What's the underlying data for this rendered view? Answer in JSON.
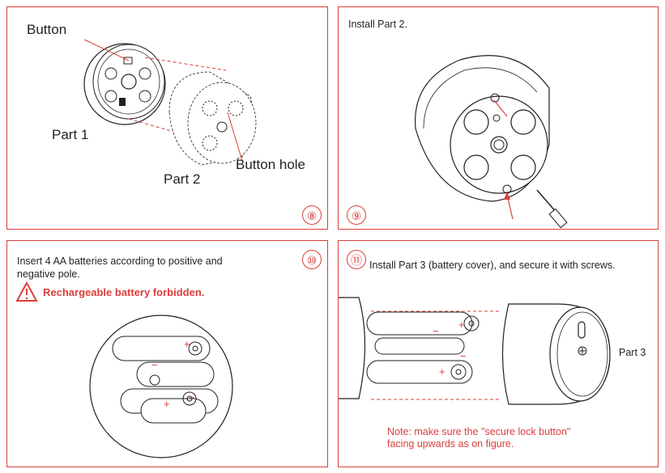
{
  "panel8": {
    "step": "⑧",
    "labels": {
      "button": "Button",
      "part1": "Part 1",
      "part2": "Part 2",
      "button_hole": "Button hole"
    }
  },
  "panel9": {
    "step": "⑨",
    "instruction": "Install Part 2."
  },
  "panel10": {
    "step": "⑩",
    "instruction": "Insert 4 AA batteries according to positive and negative pole.",
    "warning": "Rechargeable battery forbidden."
  },
  "panel11": {
    "step": "⑪",
    "instruction": "Install Part 3 (battery cover), and secure it with screws.",
    "part3": "Part 3",
    "note": "Note: make sure the \"secure lock button\" facing upwards as on figure."
  },
  "colors": {
    "accent": "#d9403c",
    "line": "#231f20"
  }
}
